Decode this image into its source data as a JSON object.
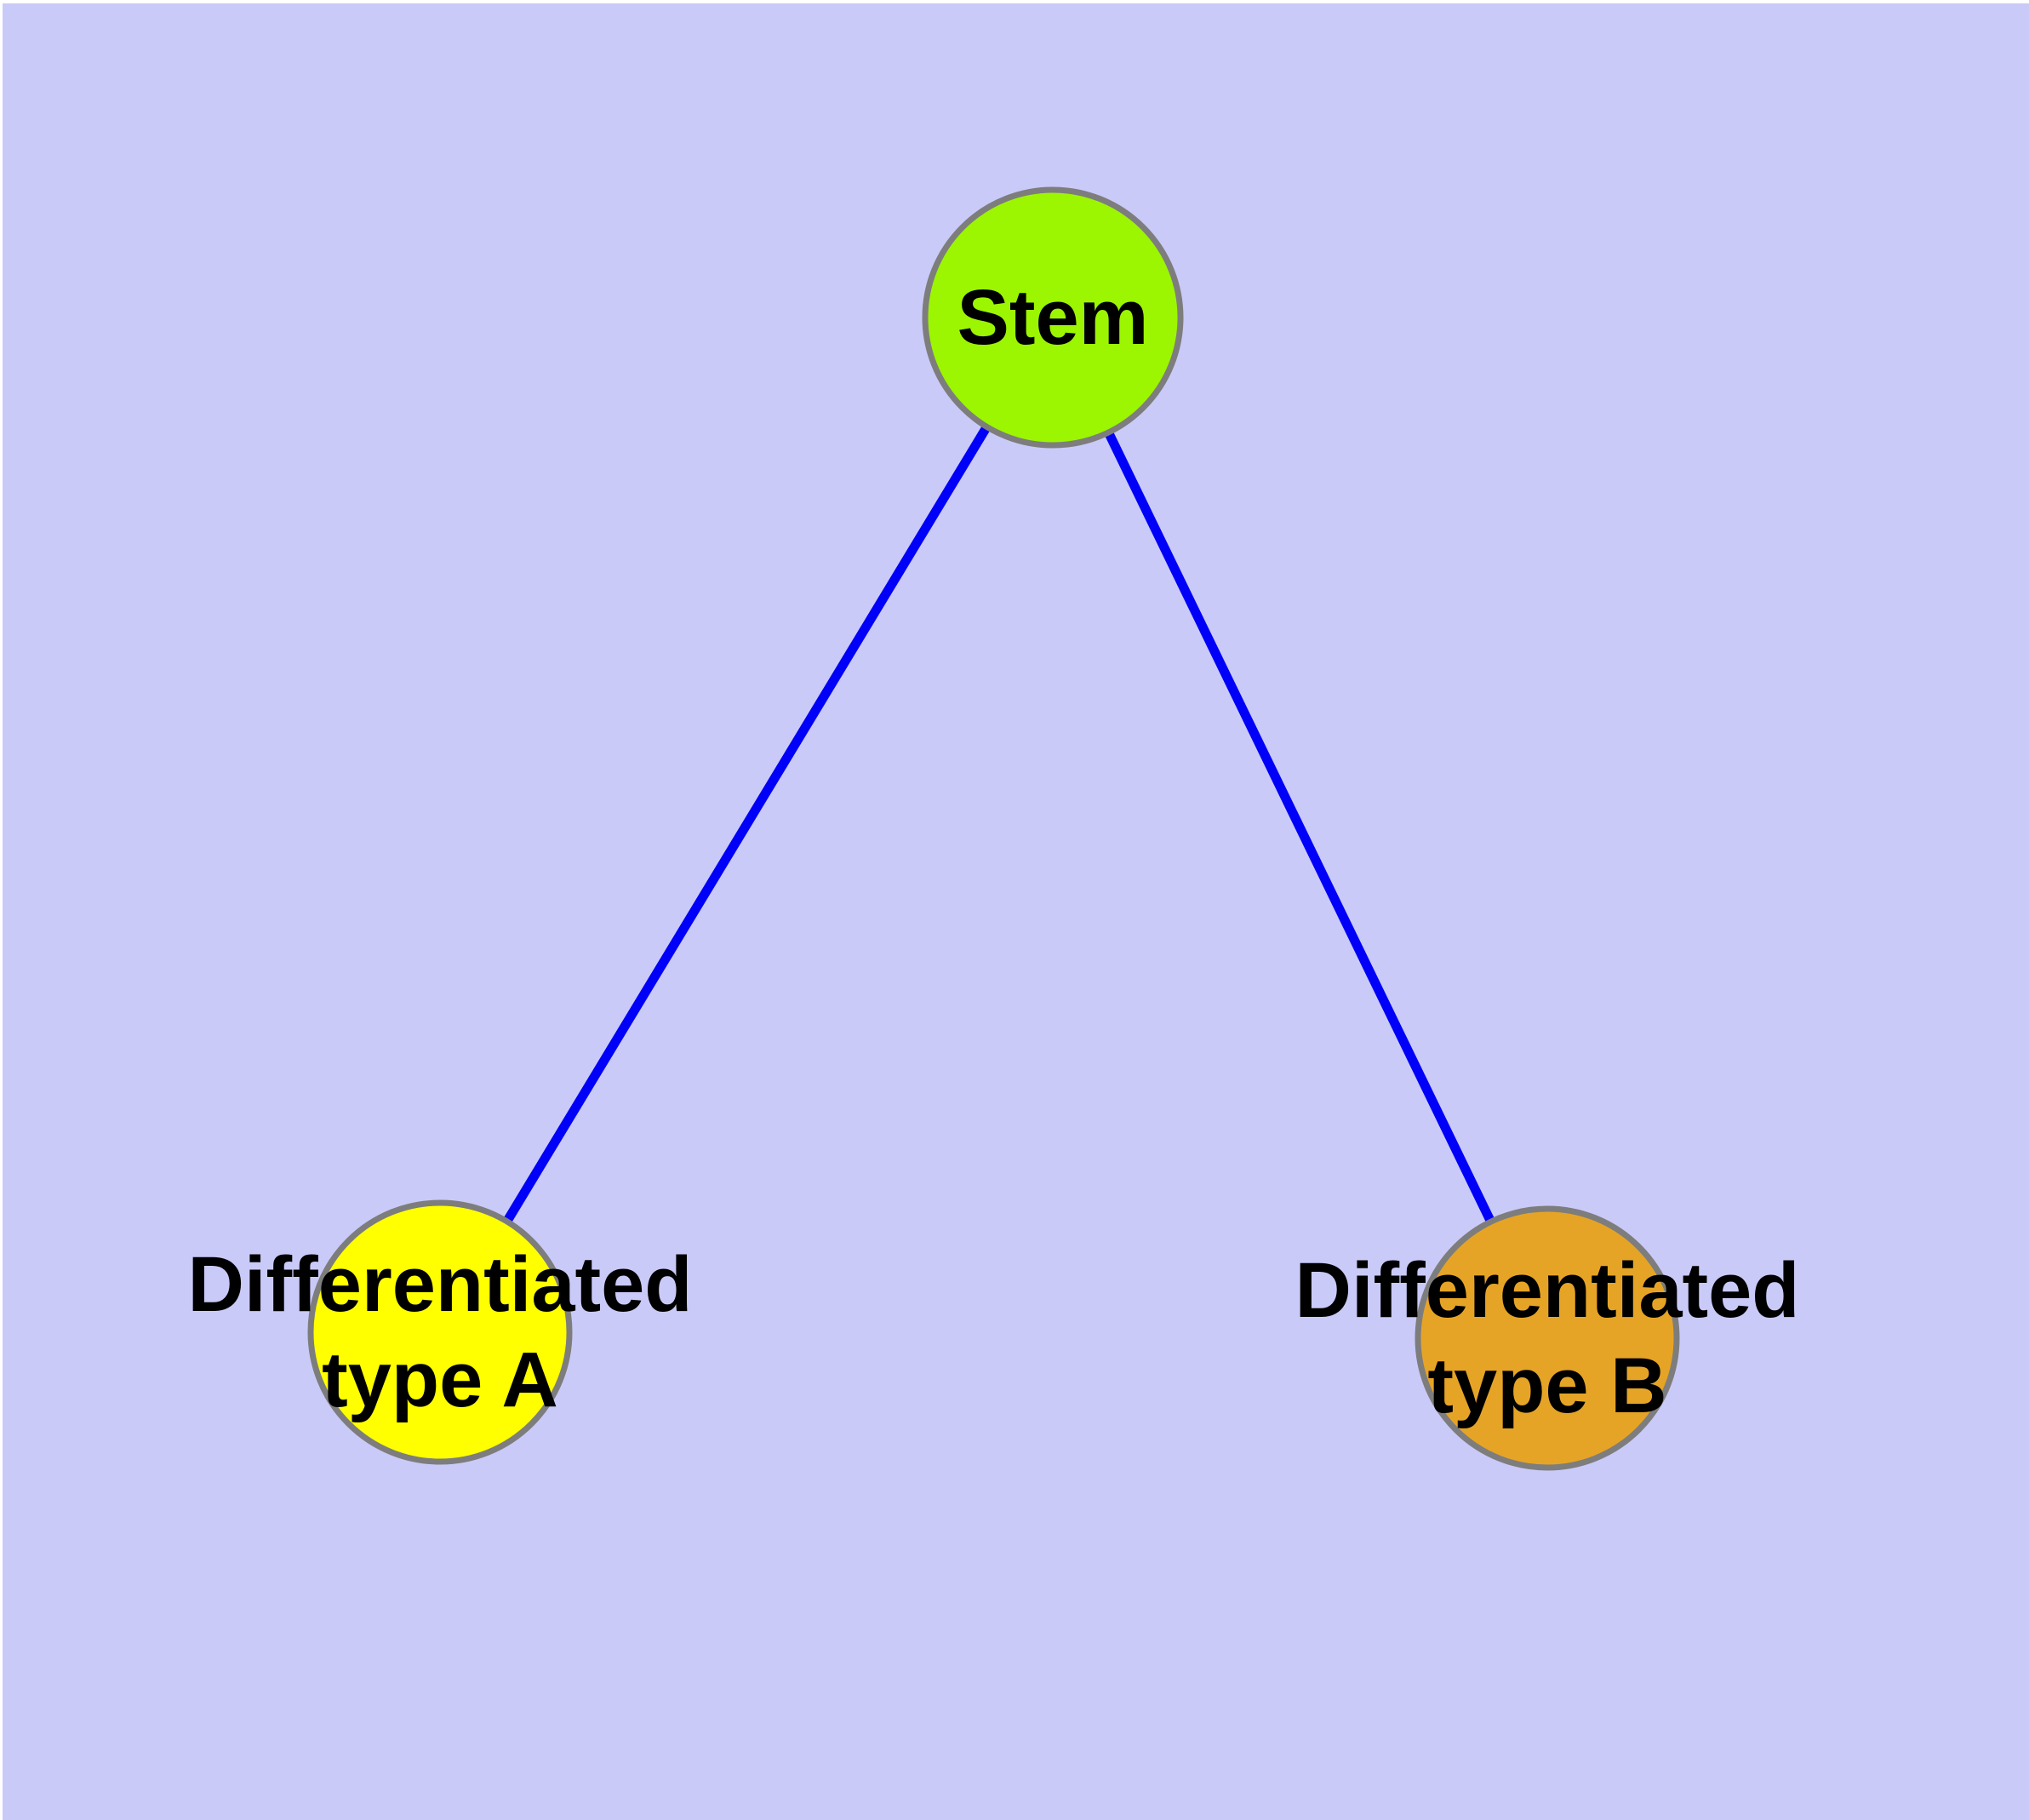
{
  "diagram": {
    "description": "Cell differentiation graph: one stem node linked to two differentiated cell type nodes",
    "colors": {
      "canvas_margin": "#ffffff",
      "background": "#cacaf8",
      "edge": "#0000f8",
      "node_border": "#7d7d7d",
      "label_text": "#000000"
    },
    "nodes": [
      {
        "id": "stem",
        "label": "Stem",
        "label_line2": "",
        "fill": "#9cf501"
      },
      {
        "id": "type-a",
        "label": "Differentiated",
        "label_line2": "type A",
        "fill": "#ffff00"
      },
      {
        "id": "type-b",
        "label": "Differentiated",
        "label_line2": "type B",
        "fill": "#e6a426"
      }
    ],
    "edges": [
      {
        "from": "Stem",
        "to": "Differentiated type A"
      },
      {
        "from": "Stem",
        "to": "Differentiated type B"
      }
    ]
  }
}
